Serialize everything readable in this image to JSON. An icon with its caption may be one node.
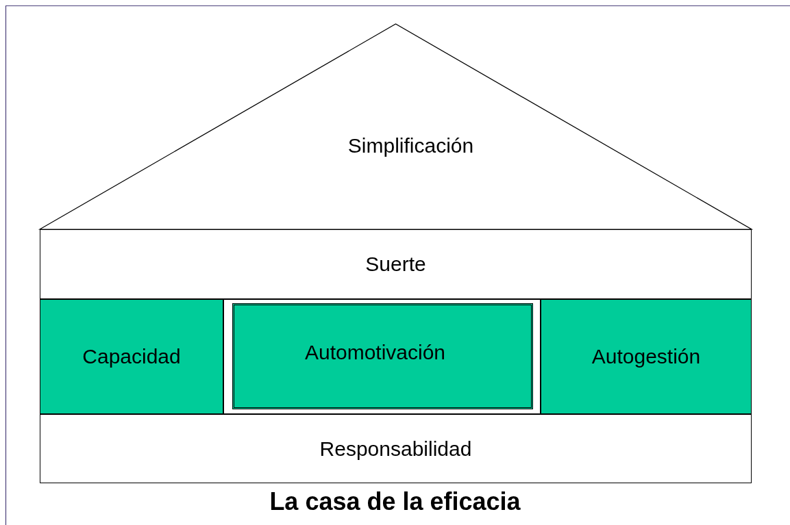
{
  "diagram": {
    "title": "La casa de la eficacia",
    "nodes": [
      {
        "text": [
          "Simplificación"
        ]
      },
      {
        "text": [
          "Suerte"
        ]
      },
      {
        "text": [
          "Capacidad"
        ]
      },
      {
        "text": [
          "Automotivación"
        ]
      },
      {
        "text": [
          "Autogestión"
        ]
      },
      {
        "text": [
          "Responsabilidad"
        ]
      }
    ]
  }
}
